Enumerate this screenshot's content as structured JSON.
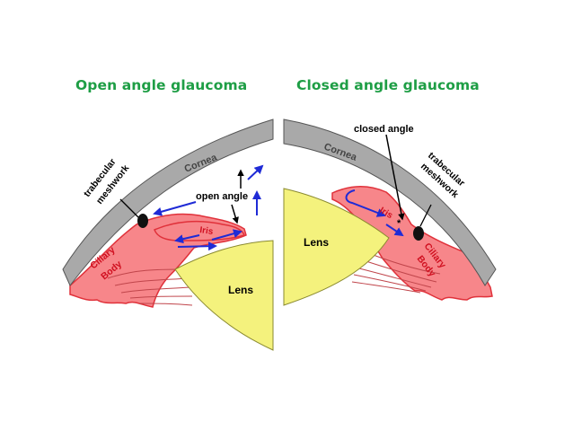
{
  "open": {
    "title": "Open angle glaucoma",
    "labels": {
      "cornea": "Cornea",
      "trabecular_1": "trabecular",
      "trabecular_2": "meshwork",
      "angle": "open angle",
      "iris": "Iris",
      "ciliary_1": "Ciliary",
      "ciliary_2": "Body",
      "lens": "Lens"
    }
  },
  "closed": {
    "title": "Closed angle glaucoma",
    "labels": {
      "cornea": "Cornea",
      "trabecular_1": "trabecular",
      "trabecular_2": "meshwork",
      "angle": "closed angle",
      "iris": "Iris",
      "ciliary_1": "Ciliary",
      "ciliary_2": "Body",
      "lens": "Lens"
    }
  },
  "colors": {
    "title": "#1e9e45",
    "cornea": "#a9a9a9",
    "tissue": "#f7868a",
    "tissue_dark": "#e0313a",
    "lens": "#f4f27d",
    "flow_arrow": "#1f2bd6",
    "label_arrow": "#000000"
  }
}
